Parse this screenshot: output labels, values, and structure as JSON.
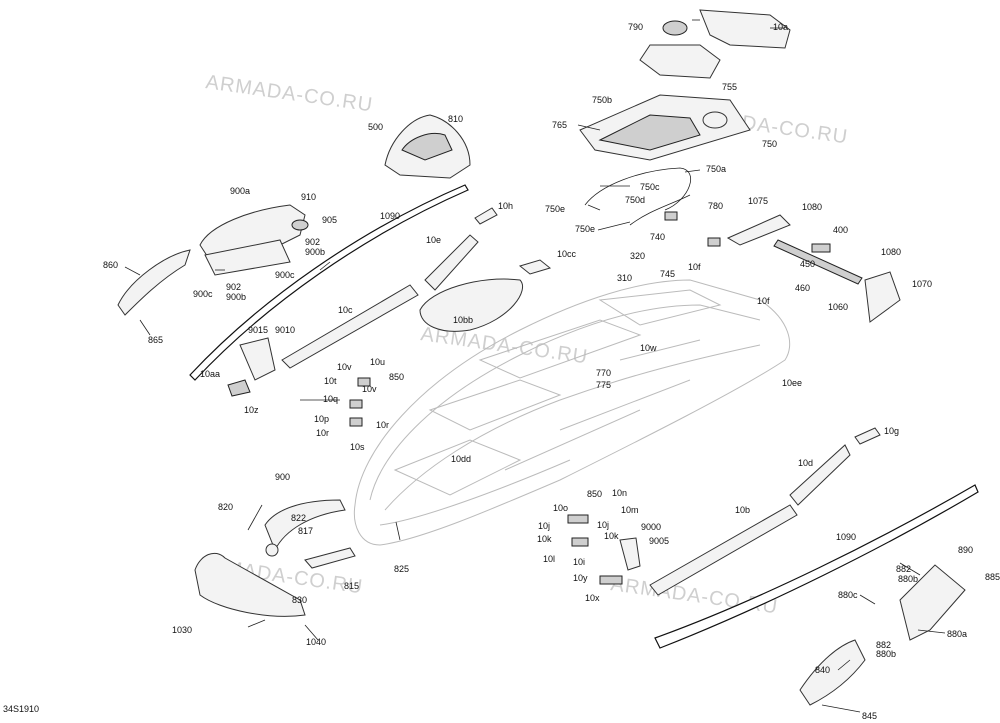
{
  "watermark": "ARMADA-CO.RU",
  "diagram_code": "34S1910",
  "labels": [
    {
      "id": "l10a",
      "text": "10a"
    },
    {
      "id": "l790",
      "text": "790"
    },
    {
      "id": "l755",
      "text": "755"
    },
    {
      "id": "l750b",
      "text": "750b"
    },
    {
      "id": "l765",
      "text": "765"
    },
    {
      "id": "l750",
      "text": "750"
    },
    {
      "id": "l750a",
      "text": "750a"
    },
    {
      "id": "l750c",
      "text": "750c"
    },
    {
      "id": "l750d",
      "text": "750d"
    },
    {
      "id": "l750e_1",
      "text": "750e"
    },
    {
      "id": "l750e_2",
      "text": "750e"
    },
    {
      "id": "l780",
      "text": "780"
    },
    {
      "id": "l740",
      "text": "740"
    },
    {
      "id": "l320",
      "text": "320"
    },
    {
      "id": "l310",
      "text": "310"
    },
    {
      "id": "l745",
      "text": "745"
    },
    {
      "id": "l10f_1",
      "text": "10f"
    },
    {
      "id": "l10f_2",
      "text": "10f"
    },
    {
      "id": "l1075",
      "text": "1075"
    },
    {
      "id": "l1080_1",
      "text": "1080"
    },
    {
      "id": "l400",
      "text": "400"
    },
    {
      "id": "l1080_2",
      "text": "1080"
    },
    {
      "id": "l450",
      "text": "450"
    },
    {
      "id": "l460",
      "text": "460"
    },
    {
      "id": "l1060",
      "text": "1060"
    },
    {
      "id": "l1070",
      "text": "1070"
    },
    {
      "id": "l500",
      "text": "500"
    },
    {
      "id": "l810",
      "text": "810"
    },
    {
      "id": "l10h",
      "text": "10h"
    },
    {
      "id": "l1090_1",
      "text": "1090"
    },
    {
      "id": "l10e",
      "text": "10e"
    },
    {
      "id": "l10cc",
      "text": "10cc"
    },
    {
      "id": "l900a",
      "text": "900a"
    },
    {
      "id": "l910",
      "text": "910"
    },
    {
      "id": "l905",
      "text": "905"
    },
    {
      "id": "l902_1",
      "text": "902"
    },
    {
      "id": "l900b_1",
      "text": "900b"
    },
    {
      "id": "l900c_1",
      "text": "900c"
    },
    {
      "id": "l860",
      "text": "860"
    },
    {
      "id": "l900c_2",
      "text": "900c"
    },
    {
      "id": "l902_2",
      "text": "902"
    },
    {
      "id": "l900b_2",
      "text": "900b"
    },
    {
      "id": "l865",
      "text": "865"
    },
    {
      "id": "l10c",
      "text": "10c"
    },
    {
      "id": "l10bb",
      "text": "10bb"
    },
    {
      "id": "l9015",
      "text": "9015"
    },
    {
      "id": "l9010",
      "text": "9010"
    },
    {
      "id": "l10w",
      "text": "10w"
    },
    {
      "id": "l10u",
      "text": "10u"
    },
    {
      "id": "l10v_1",
      "text": "10v"
    },
    {
      "id": "l850_1",
      "text": "850"
    },
    {
      "id": "l10t",
      "text": "10t"
    },
    {
      "id": "l10v_2",
      "text": "10v"
    },
    {
      "id": "l10aa",
      "text": "10aa"
    },
    {
      "id": "l770",
      "text": "770"
    },
    {
      "id": "l775",
      "text": "775"
    },
    {
      "id": "l10ee",
      "text": "10ee"
    },
    {
      "id": "l10q",
      "text": "10q"
    },
    {
      "id": "l10z",
      "text": "10z"
    },
    {
      "id": "l10p",
      "text": "10p"
    },
    {
      "id": "l10r_1",
      "text": "10r"
    },
    {
      "id": "l10r_2",
      "text": "10r"
    },
    {
      "id": "l10s",
      "text": "10s"
    },
    {
      "id": "l10g",
      "text": "10g"
    },
    {
      "id": "l10dd",
      "text": "10dd"
    },
    {
      "id": "l10d",
      "text": "10d"
    },
    {
      "id": "l900",
      "text": "900"
    },
    {
      "id": "l850_2",
      "text": "850"
    },
    {
      "id": "l10n",
      "text": "10n"
    },
    {
      "id": "l820",
      "text": "820"
    },
    {
      "id": "l822",
      "text": "822"
    },
    {
      "id": "l10o",
      "text": "10o"
    },
    {
      "id": "l10m",
      "text": "10m"
    },
    {
      "id": "l10b",
      "text": "10b"
    },
    {
      "id": "l10j_1",
      "text": "10j"
    },
    {
      "id": "l10j_2",
      "text": "10j"
    },
    {
      "id": "l9000",
      "text": "9000"
    },
    {
      "id": "l817",
      "text": "817"
    },
    {
      "id": "l10k_1",
      "text": "10k"
    },
    {
      "id": "l10k_2",
      "text": "10k"
    },
    {
      "id": "l9005",
      "text": "9005"
    },
    {
      "id": "l1090_2",
      "text": "1090"
    },
    {
      "id": "l10l",
      "text": "10l"
    },
    {
      "id": "l10i",
      "text": "10i"
    },
    {
      "id": "l825",
      "text": "825"
    },
    {
      "id": "l890",
      "text": "890"
    },
    {
      "id": "l10y",
      "text": "10y"
    },
    {
      "id": "l815",
      "text": "815"
    },
    {
      "id": "l882_1",
      "text": "882"
    },
    {
      "id": "l880b_1",
      "text": "880b"
    },
    {
      "id": "l885",
      "text": "885"
    },
    {
      "id": "l10x",
      "text": "10x"
    },
    {
      "id": "l830",
      "text": "830"
    },
    {
      "id": "l880c",
      "text": "880c"
    },
    {
      "id": "l1030",
      "text": "1030"
    },
    {
      "id": "l1040",
      "text": "1040"
    },
    {
      "id": "l880a",
      "text": "880a"
    },
    {
      "id": "l882_2",
      "text": "882"
    },
    {
      "id": "l880b_2",
      "text": "880b"
    },
    {
      "id": "l840",
      "text": "840"
    },
    {
      "id": "l845",
      "text": "845"
    }
  ]
}
